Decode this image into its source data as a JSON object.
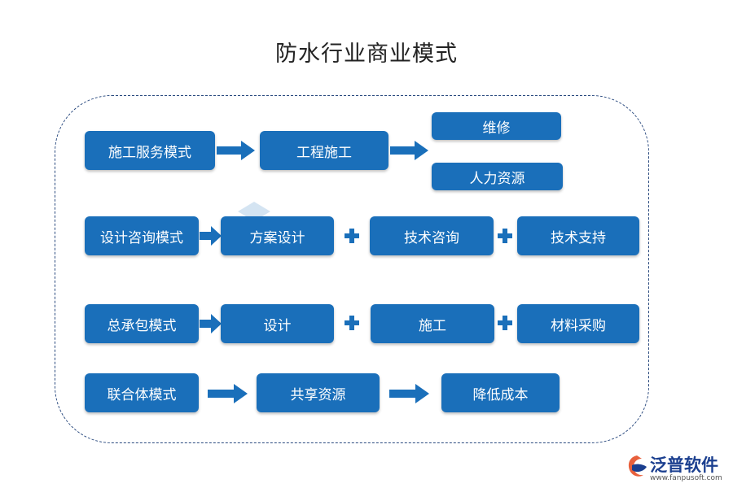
{
  "title": "防水行业商业模式",
  "rows": [
    {
      "model": "施工服务模式",
      "flow": [
        "工程施工"
      ],
      "branches": [
        "维修",
        "人力资源"
      ]
    },
    {
      "model": "设计咨询模式",
      "items": [
        "方案设计",
        "技术咨询",
        "技术支持"
      ]
    },
    {
      "model": "总承包模式",
      "items": [
        "设计",
        "施工",
        "材料采购"
      ]
    },
    {
      "model": "联合体模式",
      "flow": [
        "共享资源",
        "降低成本"
      ]
    }
  ],
  "logo": {
    "name": "泛普软件",
    "url": "www.fanpusoft.com",
    "icon": "fanpu-logo-icon"
  },
  "colors": {
    "box": "#1a6fba",
    "frame": "#2a4a7f",
    "title": "#222222"
  }
}
